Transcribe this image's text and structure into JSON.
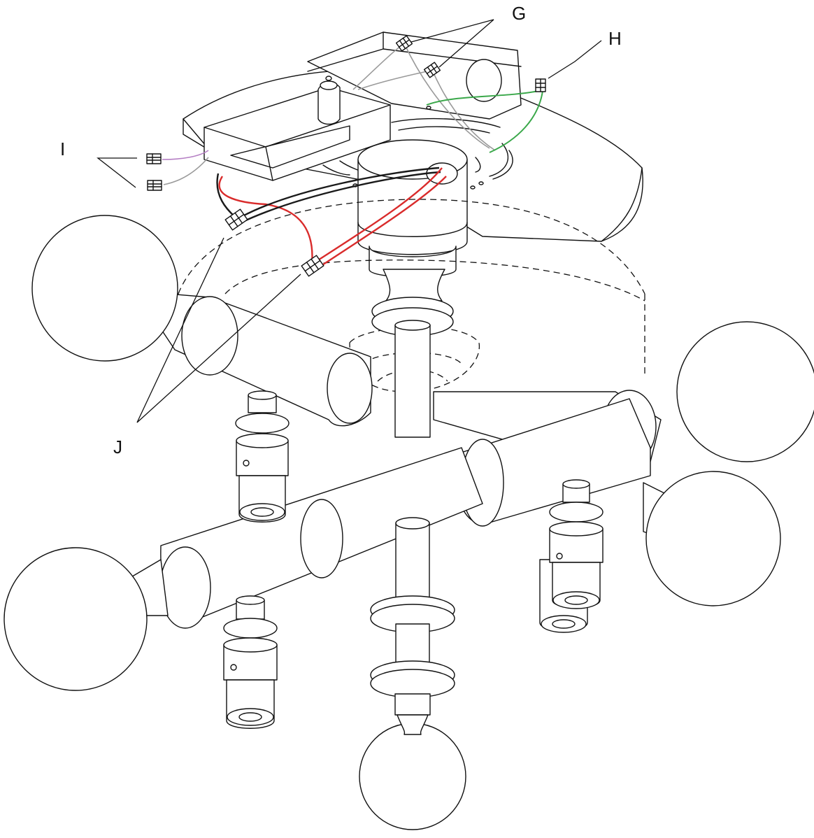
{
  "callouts": {
    "g": "G",
    "h": "H",
    "i": "I",
    "j": "J"
  },
  "colors": {
    "line": "#111111",
    "background": "#ffffff",
    "hot_wire": "#d92b2b",
    "ground_wire": "#3aa84a",
    "neutral_wire": "#1a1a1a",
    "gray_wire": "#9a9a9a",
    "purple_wire": "#b57fc4"
  },
  "parts": [
    "mounting-plate",
    "junction-box",
    "driver-box",
    "canopy",
    "center-stem",
    "arms",
    "globe-shades",
    "lamp-sockets",
    "wire-connectors"
  ]
}
